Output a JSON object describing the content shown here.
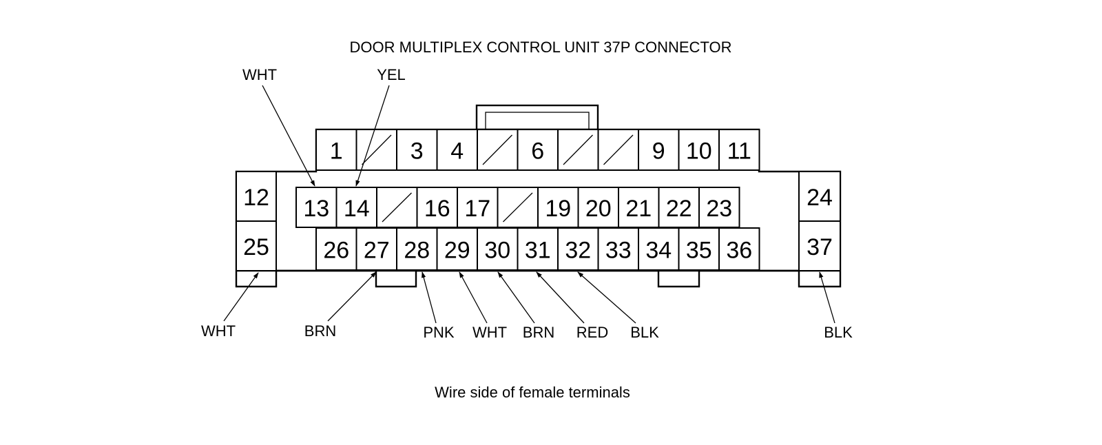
{
  "title": "DOOR MULTIPLEX CONTROL UNIT 37P CONNECTOR",
  "caption": "Wire side of female terminals",
  "rows": {
    "top": [
      "1",
      "",
      "3",
      "4",
      "",
      "6",
      "",
      "",
      "9",
      "10",
      "11"
    ],
    "middle": [
      "13",
      "14",
      "",
      "16",
      "17",
      "",
      "19",
      "20",
      "21",
      "22",
      "23"
    ],
    "bottom": [
      "26",
      "27",
      "28",
      "29",
      "30",
      "31",
      "32",
      "33",
      "34",
      "35",
      "36"
    ],
    "side": [
      "12",
      "25",
      "24",
      "37"
    ]
  },
  "wire_labels": [
    {
      "terminal": "13",
      "color": "WHT"
    },
    {
      "terminal": "14",
      "color": "YEL"
    },
    {
      "terminal": "25",
      "color": "WHT"
    },
    {
      "terminal": "27",
      "color": "BRN"
    },
    {
      "terminal": "28",
      "color": "PNK"
    },
    {
      "terminal": "29",
      "color": "WHT"
    },
    {
      "terminal": "30",
      "color": "BRN"
    },
    {
      "terminal": "31",
      "color": "RED"
    },
    {
      "terminal": "32",
      "color": "BLK"
    },
    {
      "terminal": "37",
      "color": "BLK"
    }
  ]
}
